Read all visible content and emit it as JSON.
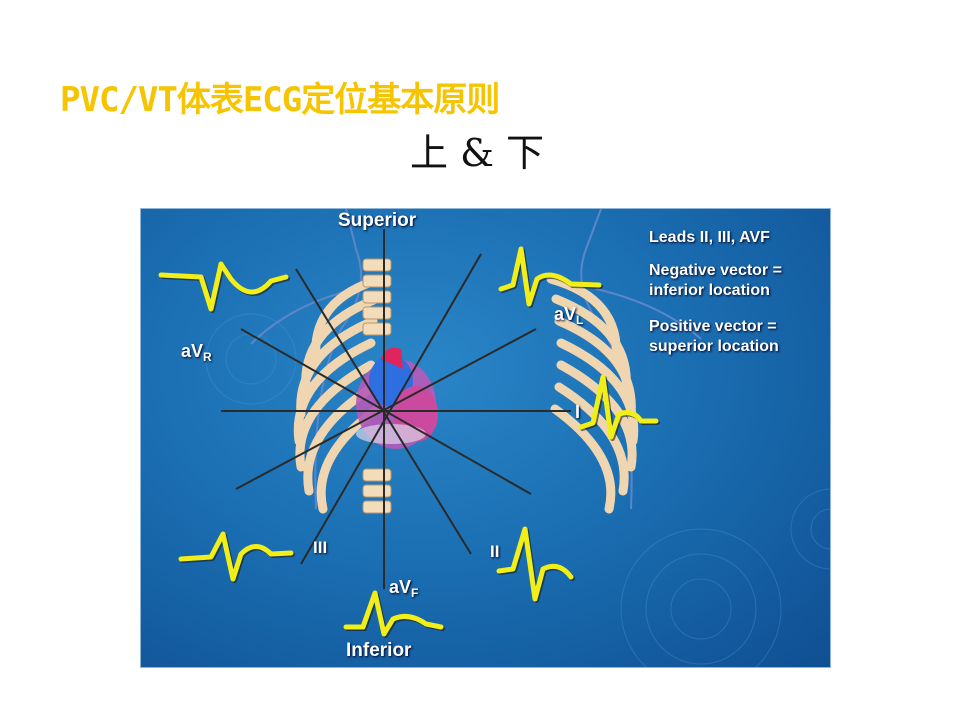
{
  "slide": {
    "title": "PVC/VT体表ECG定位基本原则",
    "subtitle": "上 & 下"
  },
  "diagram": {
    "label_superior": "Superior",
    "label_inferior": "Inferior",
    "lead_avr_main": "aV",
    "lead_avr_sub": "R",
    "lead_avl_main": "aV",
    "lead_avl_sub": "L",
    "lead_avf_main": "aV",
    "lead_avf_sub": "F",
    "lead_i": "I",
    "lead_ii": "II",
    "lead_iii": "III",
    "notes": [
      "Leads II, III, AVF",
      "Negative vector = inferior location",
      "Positive vector = superior location"
    ],
    "colors": {
      "ecg_trace": "#f2ee18",
      "background": "#1b6fb3",
      "title": "#f6c400"
    }
  }
}
